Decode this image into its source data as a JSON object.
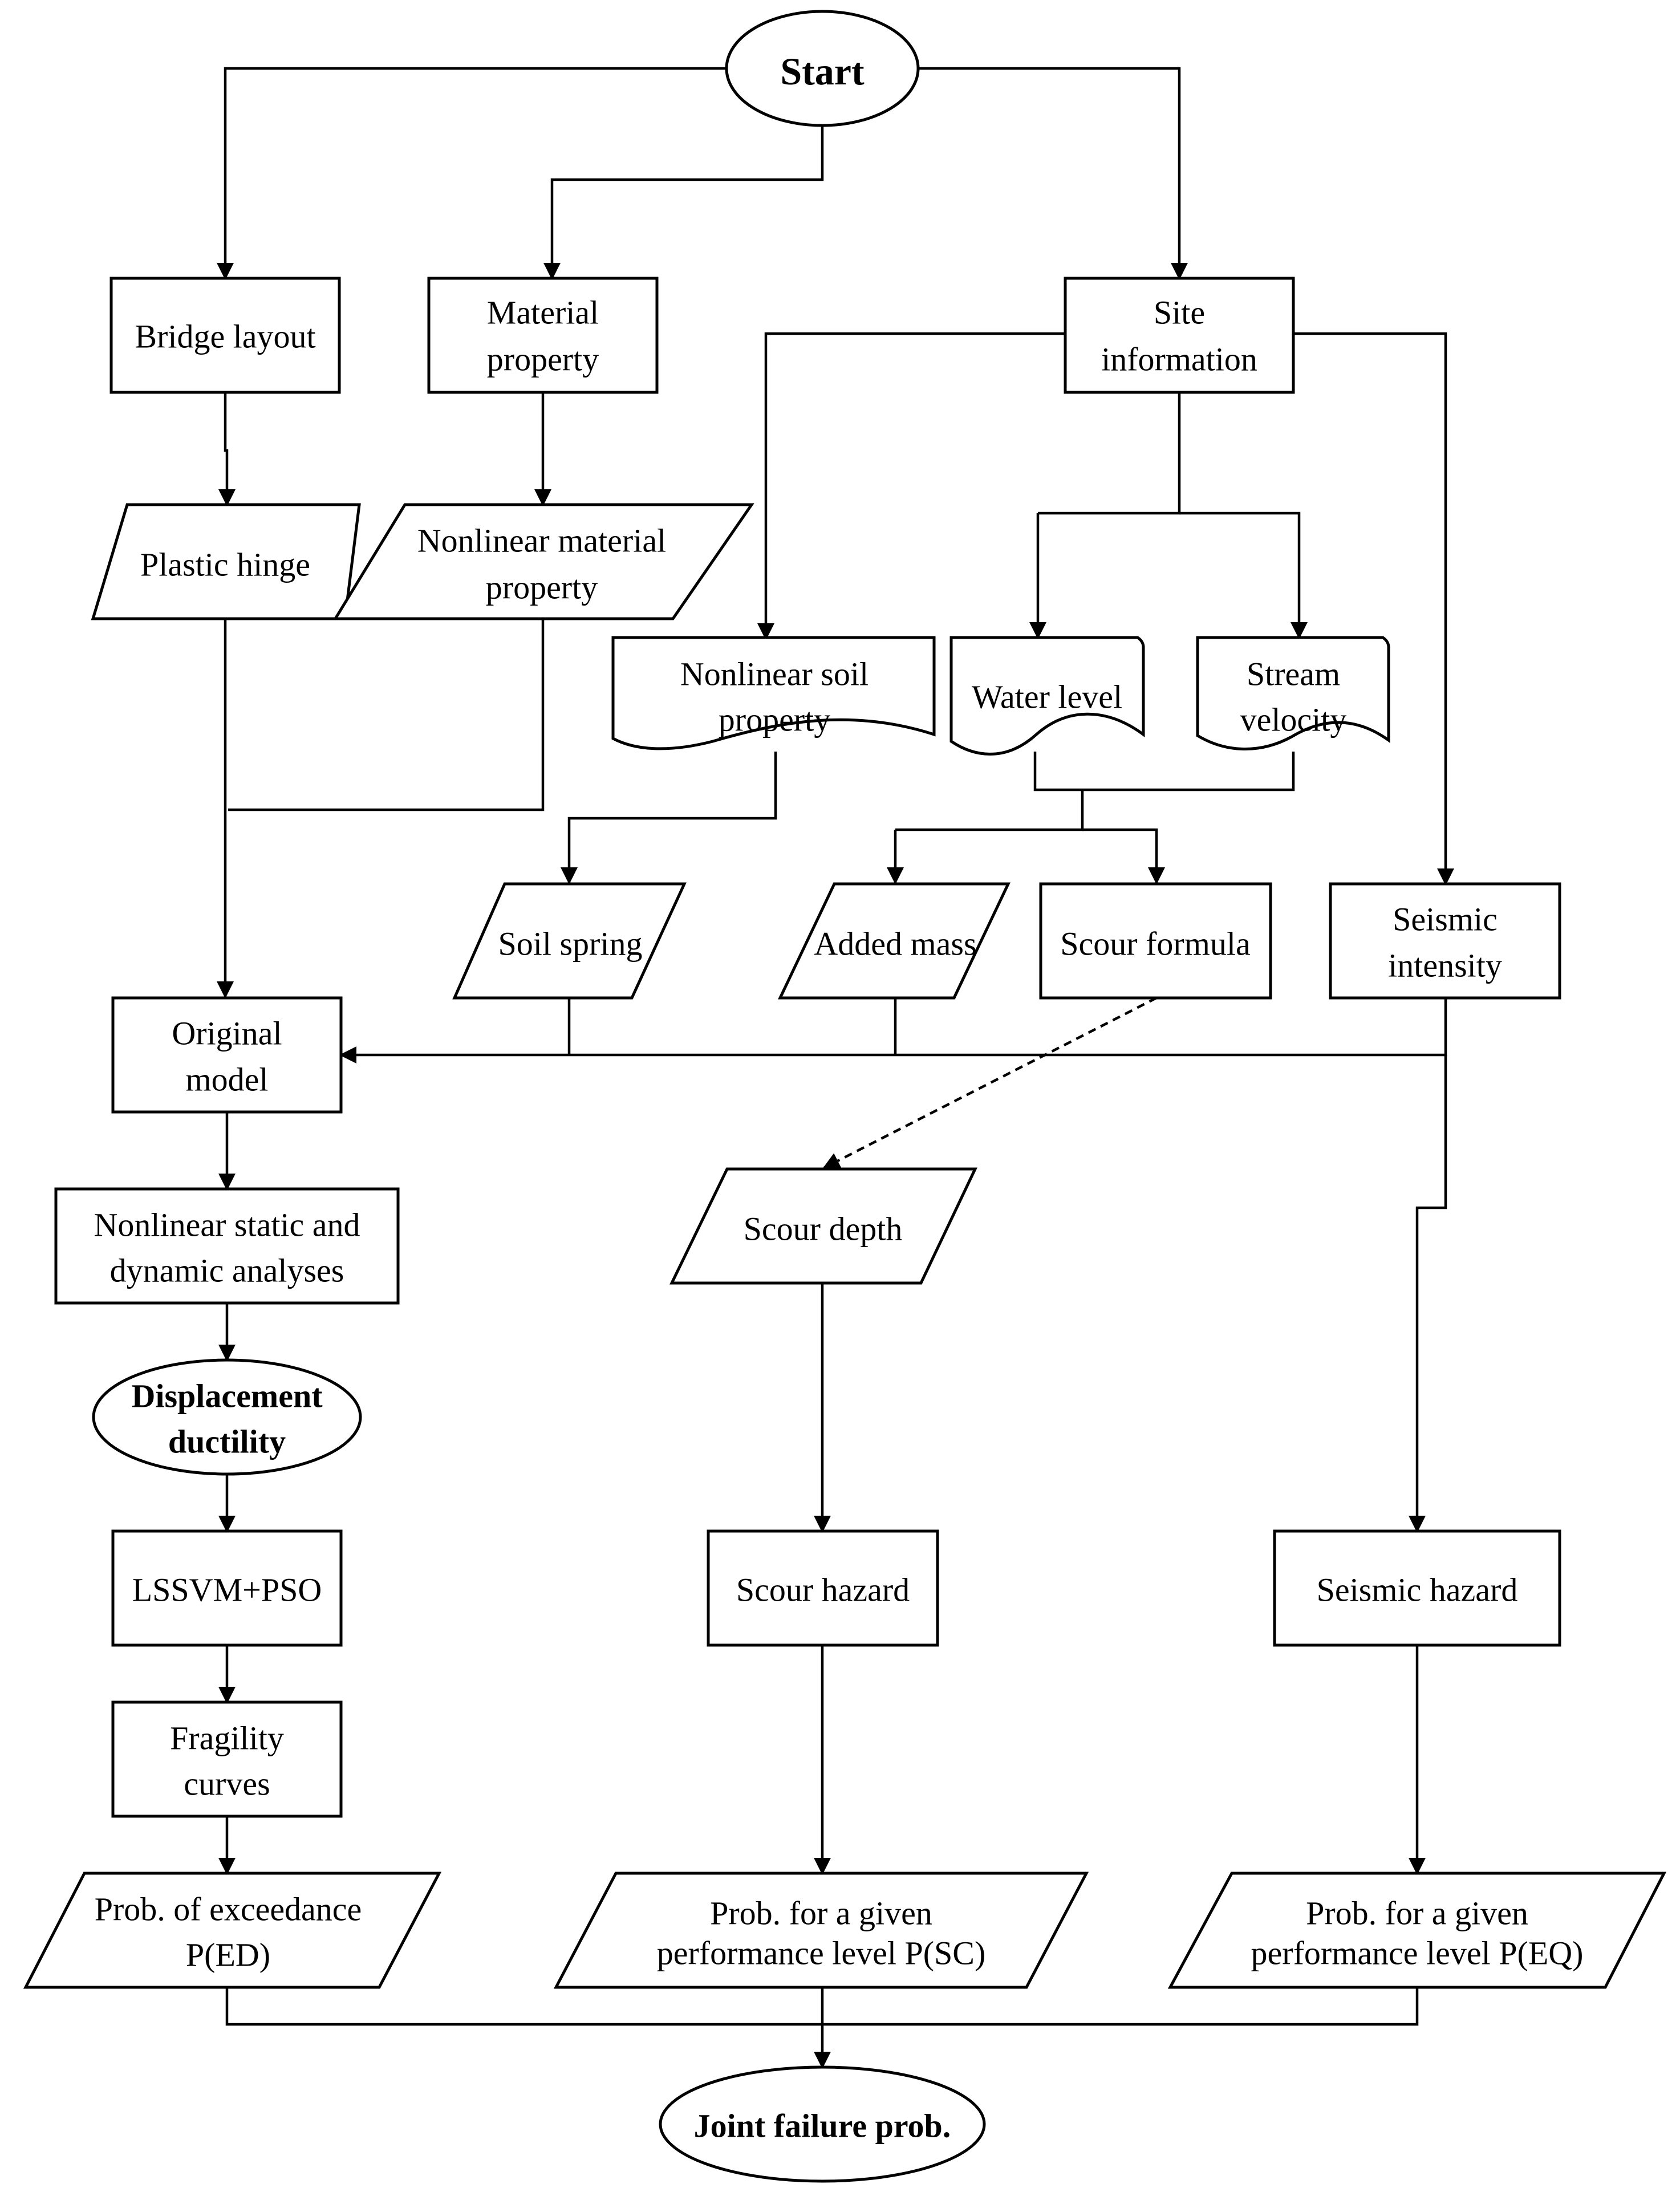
{
  "diagram": {
    "nodes": {
      "start": "Start",
      "bridge_layout": "Bridge layout",
      "material_property": [
        "Material",
        "property"
      ],
      "site_information": [
        "Site",
        "information"
      ],
      "plastic_hinge": "Plastic hinge",
      "nonlinear_material_property": [
        "Nonlinear material",
        "property"
      ],
      "nonlinear_soil_property": [
        "Nonlinear soil",
        "property"
      ],
      "water_level": "Water level",
      "stream_velocity": [
        "Stream",
        "velocity"
      ],
      "soil_spring": "Soil spring",
      "added_mass": "Added mass",
      "scour_formula": "Scour formula",
      "seismic_intensity": [
        "Seismic",
        "intensity"
      ],
      "original_model": [
        "Original",
        "model"
      ],
      "nonlinear_analyses": [
        "Nonlinear static and",
        "dynamic analyses"
      ],
      "scour_depth": "Scour depth",
      "displacement_ductility": [
        "Displacement",
        "ductility"
      ],
      "lssvm_pso": "LSSVM+PSO",
      "scour_hazard": "Scour hazard",
      "seismic_hazard": "Seismic hazard",
      "fragility_curves": [
        "Fragility",
        "curves"
      ],
      "prob_exceedance": [
        "Prob. of exceedance",
        "P(ED)"
      ],
      "prob_sc": [
        "Prob. for a given",
        "performance level P(SC)"
      ],
      "prob_eq": [
        "Prob. for a given",
        "performance level P(EQ)"
      ],
      "joint_failure": "Joint failure prob."
    }
  }
}
